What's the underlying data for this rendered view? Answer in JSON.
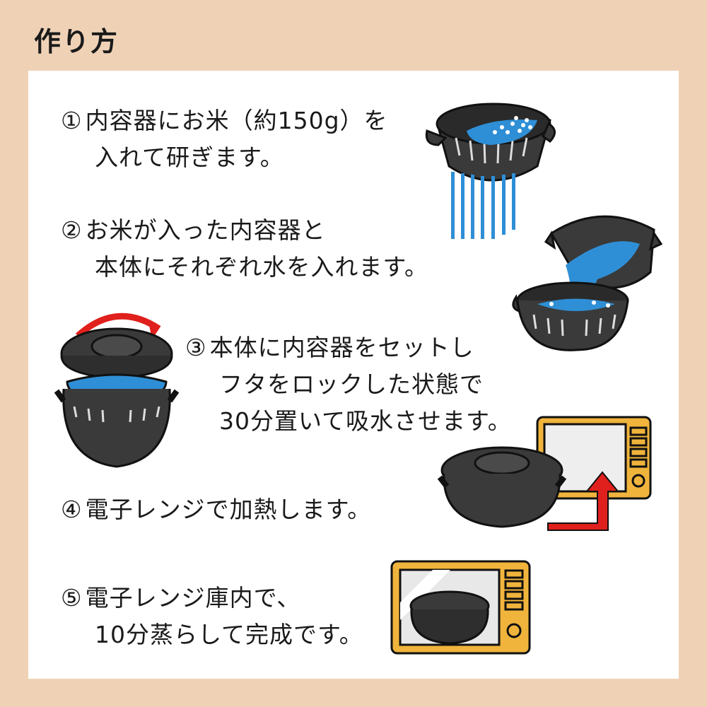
{
  "title": "作り方",
  "steps": [
    {
      "num": "①",
      "lines": [
        "内容器にお米（約150g）を",
        "入れて研ぎます。"
      ]
    },
    {
      "num": "②",
      "lines": [
        "お米が入った内容器と",
        "本体にそれぞれ水を入れます。"
      ]
    },
    {
      "num": "③",
      "lines": [
        "本体に内容器をセットし",
        "フタをロックした状態で",
        "30分置いて吸水させます。"
      ]
    },
    {
      "num": "④",
      "lines": [
        "電子レンジで加熱します。"
      ]
    },
    {
      "num": "⑤",
      "lines": [
        "電子レンジ庫内で、",
        "10分蒸らして完成です。"
      ]
    }
  ],
  "colors": {
    "background": "#efd2b6",
    "card": "#ffffff",
    "pot": "#3a3a3a",
    "water": "#2f8fd6",
    "microwave": "#f0b43c",
    "arrow": "#e0201c"
  },
  "illustrations": [
    "rinse-rice-icon",
    "pour-water-icon",
    "lock-lid-pot-icon",
    "put-in-microwave-icon",
    "steam-in-microwave-icon"
  ]
}
